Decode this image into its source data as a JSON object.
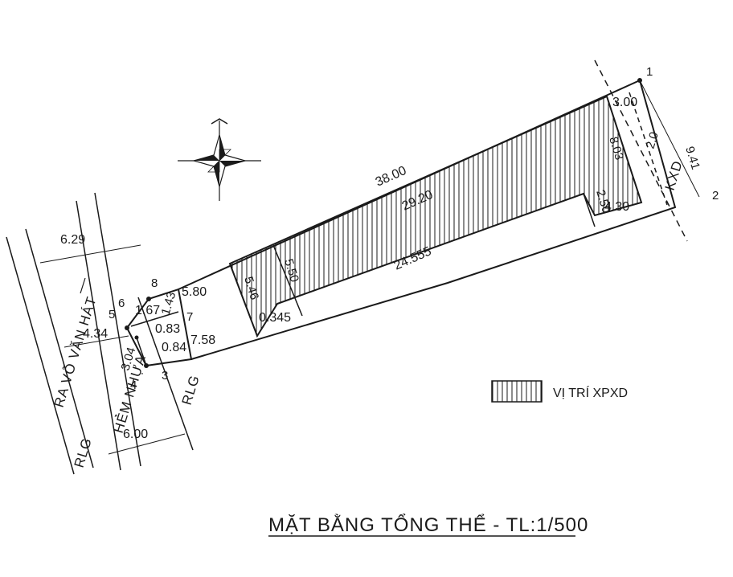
{
  "title": "MẶT BẰNG TỔNG THỂ - TL:1/500",
  "legend": {
    "label": "VỊ TRÍ XPXD"
  },
  "roads": {
    "main": "RA VÕ VĂN HÁT",
    "alley": "HẺM NHỰA",
    "rlg_left": "RLG",
    "rlg_right": "RLG",
    "kxd": "KXD"
  },
  "points": {
    "p1": "1",
    "p2": "2",
    "p3": "3",
    "p4": "4",
    "p5": "5",
    "p6": "6",
    "p7": "7",
    "p8": "8"
  },
  "dimensions": {
    "d_6_29": "6.29",
    "d_4_34": "4.34",
    "d_6_00": "6.00",
    "d_3_04": "3.04",
    "d_1_67": "1.67",
    "d_1_43": "1.43",
    "d_0_83": "0.83",
    "d_0_84": "0.84",
    "d_7_58": "7.58",
    "d_5_80": "5.80",
    "d_5_46": "5.46",
    "d_0_345": "0.345",
    "d_5_50": "5.50",
    "d_38_00": "38.00",
    "d_29_20": "29.20",
    "d_24_555": "24.555",
    "d_8_03": "8.03",
    "d_3_00": "3.00",
    "d_2_0": "2.0",
    "d_9_41": "9.41",
    "d_2_50": "2.50",
    "d_4_30": "4.30"
  }
}
